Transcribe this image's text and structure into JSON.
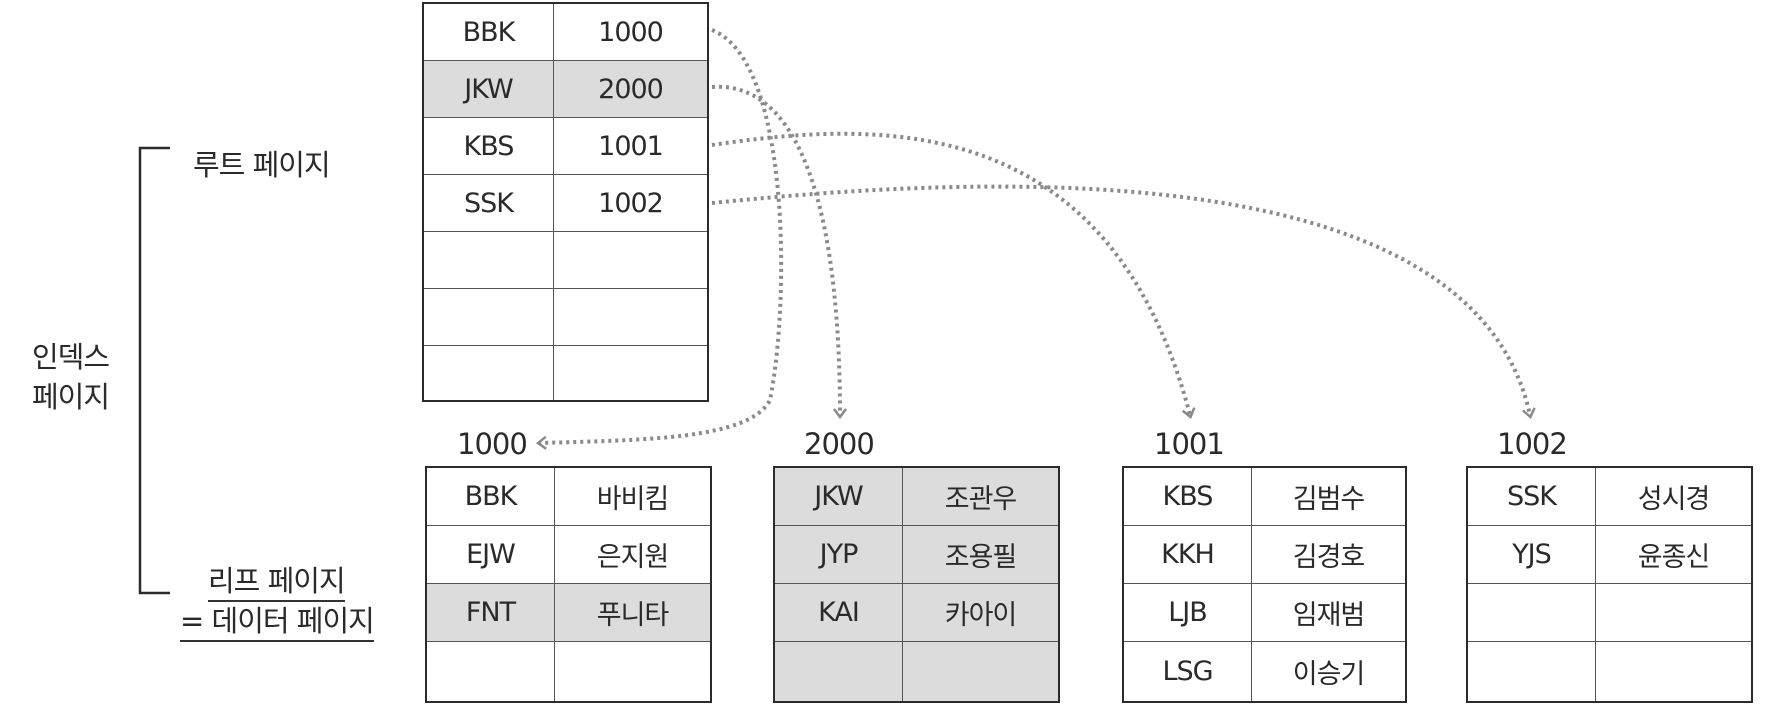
{
  "labels": {
    "root_page": "루트 페이지",
    "index_page_line1": "인덱스",
    "index_page_line2": "페이지",
    "leaf_page_line1": "리프 페이지",
    "leaf_page_line2": "= 데이터 페이지"
  },
  "root": {
    "rows": [
      {
        "key": "BBK",
        "page": "1000",
        "highlight": false
      },
      {
        "key": "JKW",
        "page": "2000",
        "highlight": true
      },
      {
        "key": "KBS",
        "page": "1001",
        "highlight": false
      },
      {
        "key": "SSK",
        "page": "1002",
        "highlight": false
      },
      {
        "key": "",
        "page": "",
        "highlight": false
      },
      {
        "key": "",
        "page": "",
        "highlight": false
      },
      {
        "key": "",
        "page": "",
        "highlight": false
      }
    ]
  },
  "leaves": [
    {
      "page": "1000",
      "shaded": false,
      "rows": [
        {
          "key": "BBK",
          "name": "바비킴",
          "highlight": false
        },
        {
          "key": "EJW",
          "name": "은지원",
          "highlight": false
        },
        {
          "key": "FNT",
          "name": "푸니타",
          "highlight": true
        },
        {
          "key": "",
          "name": "",
          "highlight": false
        }
      ]
    },
    {
      "page": "2000",
      "shaded": true,
      "rows": [
        {
          "key": "JKW",
          "name": "조관우",
          "highlight": true
        },
        {
          "key": "JYP",
          "name": "조용필",
          "highlight": true
        },
        {
          "key": "KAI",
          "name": "카아이",
          "highlight": true
        },
        {
          "key": "",
          "name": "",
          "highlight": true
        }
      ]
    },
    {
      "page": "1001",
      "shaded": false,
      "rows": [
        {
          "key": "KBS",
          "name": "김범수",
          "highlight": false
        },
        {
          "key": "KKH",
          "name": "김경호",
          "highlight": false
        },
        {
          "key": "LJB",
          "name": "임재범",
          "highlight": false
        },
        {
          "key": "LSG",
          "name": "이승기",
          "highlight": false
        }
      ]
    },
    {
      "page": "1002",
      "shaded": false,
      "rows": [
        {
          "key": "SSK",
          "name": "성시경",
          "highlight": false
        },
        {
          "key": "YJS",
          "name": "윤종신",
          "highlight": false
        },
        {
          "key": "",
          "name": "",
          "highlight": false
        },
        {
          "key": "",
          "name": "",
          "highlight": false
        }
      ]
    }
  ],
  "colors": {
    "highlight": "#dcdcdc",
    "line": "#2b2b2b",
    "dotted": "#8a8a8a"
  }
}
